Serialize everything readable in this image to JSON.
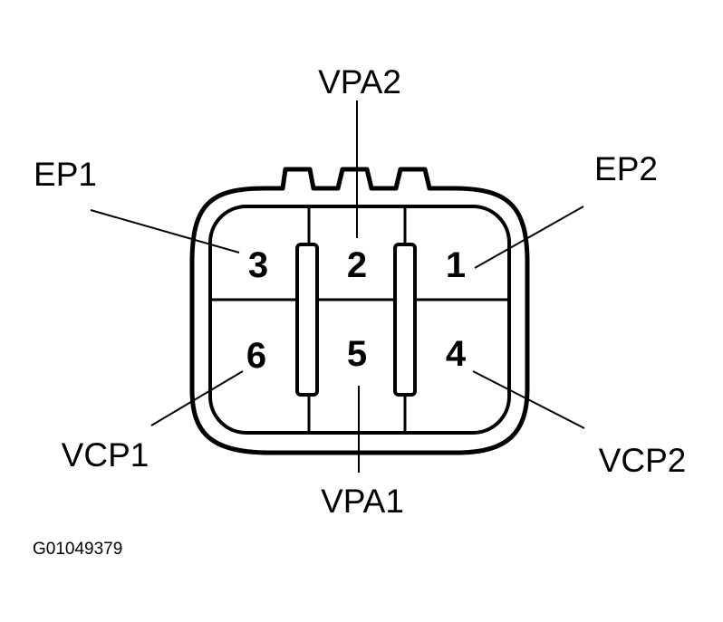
{
  "connector": {
    "pins": [
      {
        "number": "3",
        "signal": "EP1"
      },
      {
        "number": "2",
        "signal": "VPA2"
      },
      {
        "number": "1",
        "signal": "EP2"
      },
      {
        "number": "6",
        "signal": "VCP1"
      },
      {
        "number": "5",
        "signal": "VPA1"
      },
      {
        "number": "4",
        "signal": "VCP2"
      }
    ]
  },
  "labels": {
    "vpa2": "VPA2",
    "ep1": "EP1",
    "ep2": "EP2",
    "vcp1": "VCP1",
    "vpa1": "VPA1",
    "vcp2": "VCP2"
  },
  "figure_id": "G01049379",
  "colors": {
    "ink": "#000000",
    "background": "#ffffff"
  }
}
